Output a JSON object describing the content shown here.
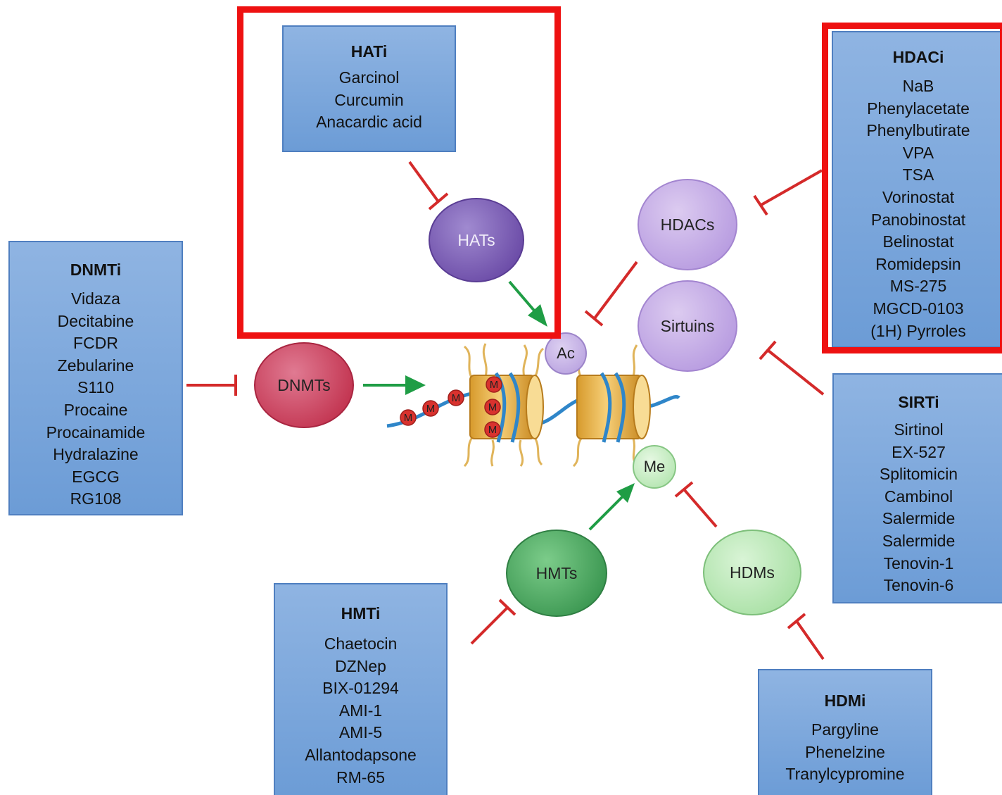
{
  "inhibitor_groups": {
    "hati": {
      "title": "HATi",
      "items": [
        "Garcinol",
        "Curcumin",
        "Anacardic acid"
      ]
    },
    "hdaci": {
      "title": "HDACi",
      "items": [
        "NaB",
        "Phenylacetate",
        "Phenylbutirate",
        "VPA",
        "TSA",
        "Vorinostat",
        "Panobinostat",
        "Belinostat",
        "Romidepsin",
        "MS-275",
        "MGCD-0103",
        "(1H) Pyrroles"
      ]
    },
    "dnmti": {
      "title": "DNMTi",
      "items": [
        "Vidaza",
        "Decitabine",
        "FCDR",
        "Zebularine",
        "S110",
        "Procaine",
        "Procainamide",
        "Hydralazine",
        "EGCG",
        "RG108"
      ]
    },
    "sirti": {
      "title": "SIRTi",
      "items": [
        "Sirtinol",
        "EX-527",
        "Splitomicin",
        "Cambinol",
        "Salermide",
        "Salermide",
        "Tenovin-1",
        "Tenovin-6"
      ]
    },
    "hmti": {
      "title": "HMTi",
      "items": [
        "Chaetocin",
        "DZNep",
        "BIX-01294",
        "AMI-1",
        "AMI-5",
        "Allantodapsone",
        "RM-65"
      ]
    },
    "hdmi": {
      "title": "HDMi",
      "items": [
        "Pargyline",
        "Phenelzine",
        "Tranylcypromine"
      ]
    }
  },
  "enzymes": {
    "hats": "HATs",
    "hdacs": "HDACs",
    "sirtuins": "Sirtuins",
    "dnmts": "DNMTs",
    "hmts": "HMTs",
    "hdms": "HDMs"
  },
  "marks": {
    "acetyl": "Ac",
    "methyl": "Me",
    "dna_methyl": "M"
  },
  "colors": {
    "highlight": "#ee1111",
    "inhibit": "#d42a2a",
    "activate": "#1f9d45",
    "box_fill": "#7ea8dc"
  }
}
